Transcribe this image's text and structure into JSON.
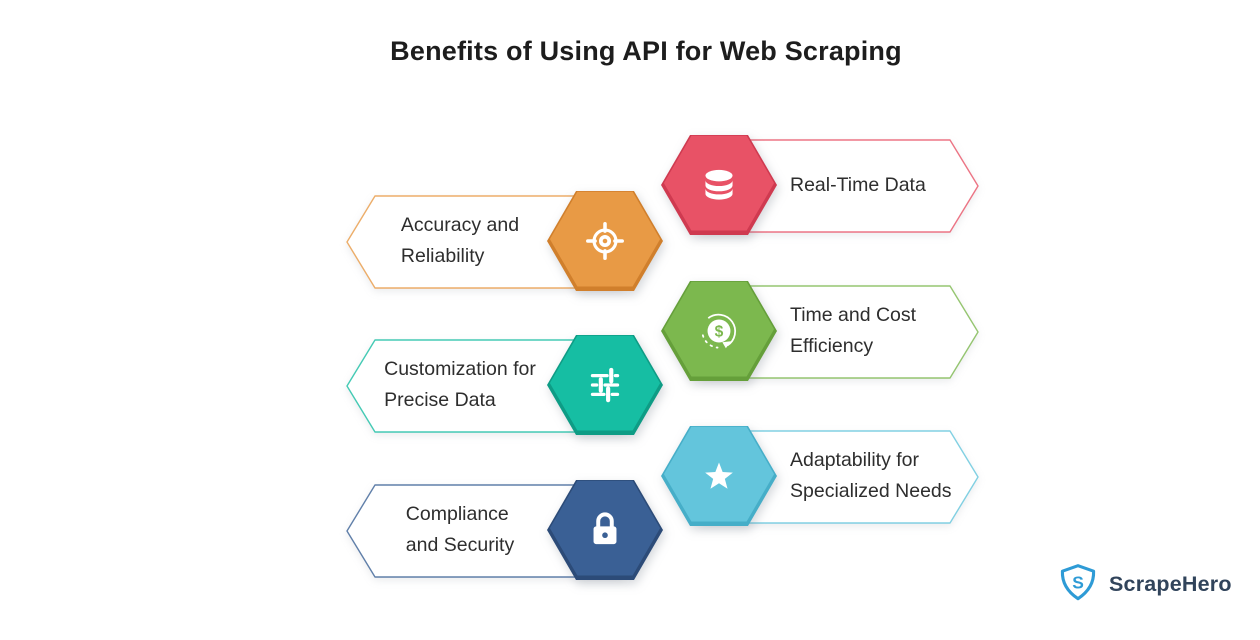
{
  "title": "Benefits of Using API for Web Scraping",
  "items": [
    {
      "id": "real-time-data",
      "side": "right",
      "label": "Real-Time Data",
      "line1": "Real-Time Data",
      "line2": "",
      "icon": "database-icon",
      "color": "#E85266",
      "color_dark": "#CF3A50"
    },
    {
      "id": "accuracy-reliability",
      "side": "left",
      "label": "Accuracy and Reliability",
      "line1": "Accuracy and",
      "line2": "Reliability",
      "icon": "target-icon",
      "color": "#E89A45",
      "color_dark": "#D07F2C"
    },
    {
      "id": "time-cost-efficiency",
      "side": "right",
      "label": "Time and Cost Efficiency",
      "line1": "Time and Cost",
      "line2": "Efficiency",
      "icon": "dollar-rotation-icon",
      "color": "#7CB84E",
      "color_dark": "#659F3A"
    },
    {
      "id": "customization-precise-data",
      "side": "left",
      "label": "Customization for Precise Data",
      "line1": "Customization for",
      "line2": "Precise Data",
      "icon": "sliders-icon",
      "color": "#16BEA3",
      "color_dark": "#0E9C85"
    },
    {
      "id": "adaptability-specialized-needs",
      "side": "right",
      "label": "Adaptability for Specialized Needs",
      "line1": "Adaptability for",
      "line2": "Specialized Needs",
      "icon": "star-icon",
      "color": "#63C5DC",
      "color_dark": "#46AEC8"
    },
    {
      "id": "compliance-security",
      "side": "left",
      "label": "Compliance and Security",
      "line1": "Compliance",
      "line2": "and Security",
      "icon": "lock-icon",
      "color": "#3A6095",
      "color_dark": "#2C4B78"
    }
  ],
  "logo": {
    "text": "ScrapeHero",
    "shield_color": "#2E9BD6",
    "text_color": "#31445B"
  },
  "background_color": "#FFFFFF",
  "title_color": "#1D1D1D"
}
